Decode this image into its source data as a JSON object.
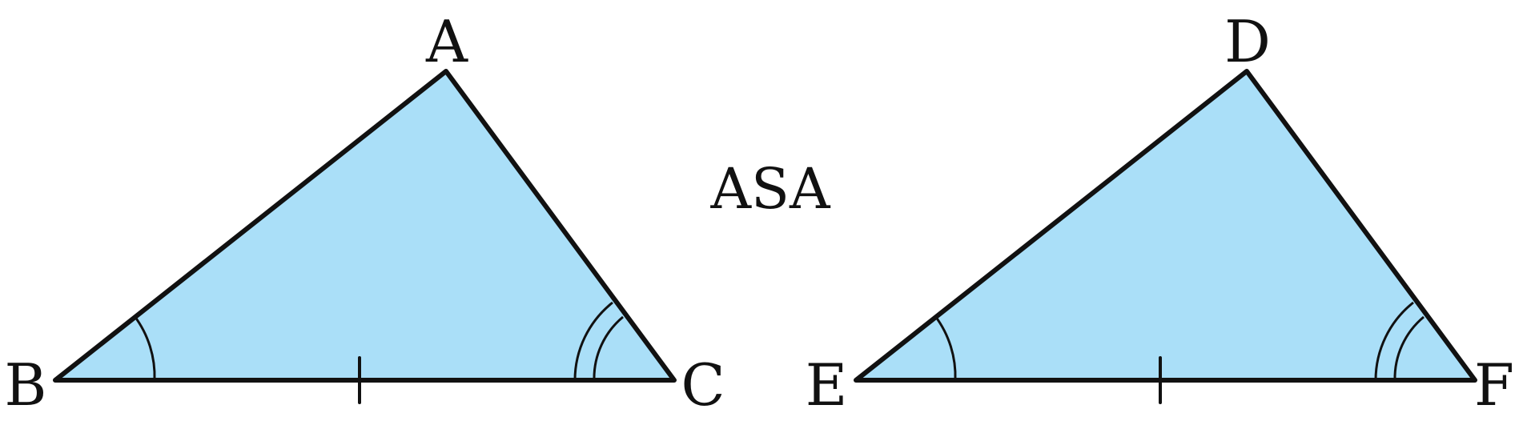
{
  "fill_color": "#aadff8",
  "stroke_color": "#111111",
  "triangle_left": {
    "vertices": [
      "A",
      "B",
      "C"
    ]
  },
  "triangle_right": {
    "vertices": [
      "D",
      "E",
      "F"
    ]
  },
  "congruence_label": "ASA",
  "markings": {
    "single_angle_arc_at": [
      "B",
      "E"
    ],
    "double_angle_arc_at": [
      "C",
      "F"
    ],
    "single_tick_on_side": [
      "BC",
      "EF"
    ]
  }
}
